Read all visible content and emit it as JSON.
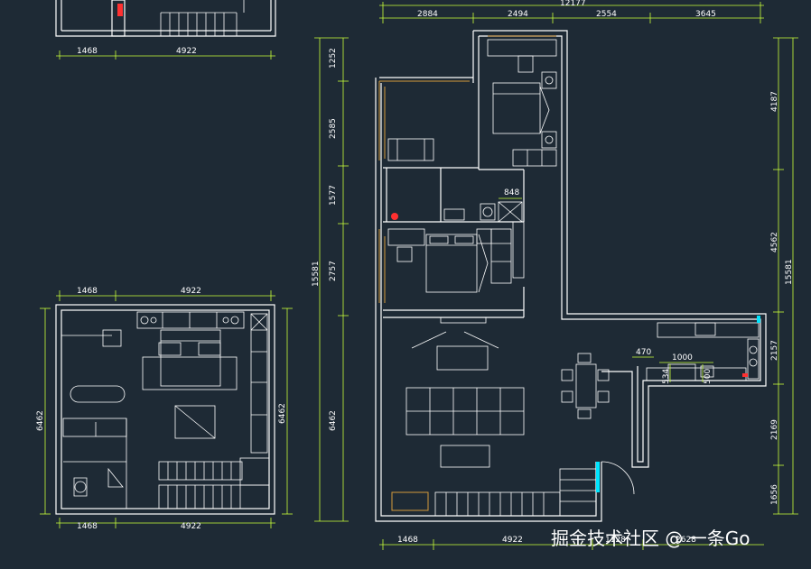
{
  "colors": {
    "background": "#1e2a35",
    "wall": "#ffffff",
    "dimension": "#c8ff3a",
    "furniture": "#ffffff",
    "accent_red": "#ff3030",
    "accent_cyan": "#00e5ff",
    "accent_orange": "#d49a3c"
  },
  "top_left_plan": {
    "dims": [
      "1468",
      "4922"
    ]
  },
  "bottom_left_plan": {
    "top_dims": [
      "1468",
      "4922"
    ],
    "bottom_dims": [
      "1468",
      "4922"
    ],
    "left_dim": "6462",
    "right_dim": "6462"
  },
  "main_plan": {
    "top_dims": [
      "2884",
      "2494",
      "2554",
      "3645"
    ],
    "total_width": "12177",
    "left_dims": [
      "1252",
      "2585",
      "1577",
      "2757",
      "6462"
    ],
    "left_total": "15581",
    "right_dims": [
      "4187",
      "4562",
      "2157",
      "2169",
      "1656"
    ],
    "right_total": "15581",
    "inner_dims": [
      "848",
      "470",
      "1000",
      "534",
      "500"
    ],
    "bottom_dims": [
      "1468",
      "4922",
      "1128",
      "2628"
    ]
  },
  "watermark": "掘金技术社区 @ 一条Go"
}
